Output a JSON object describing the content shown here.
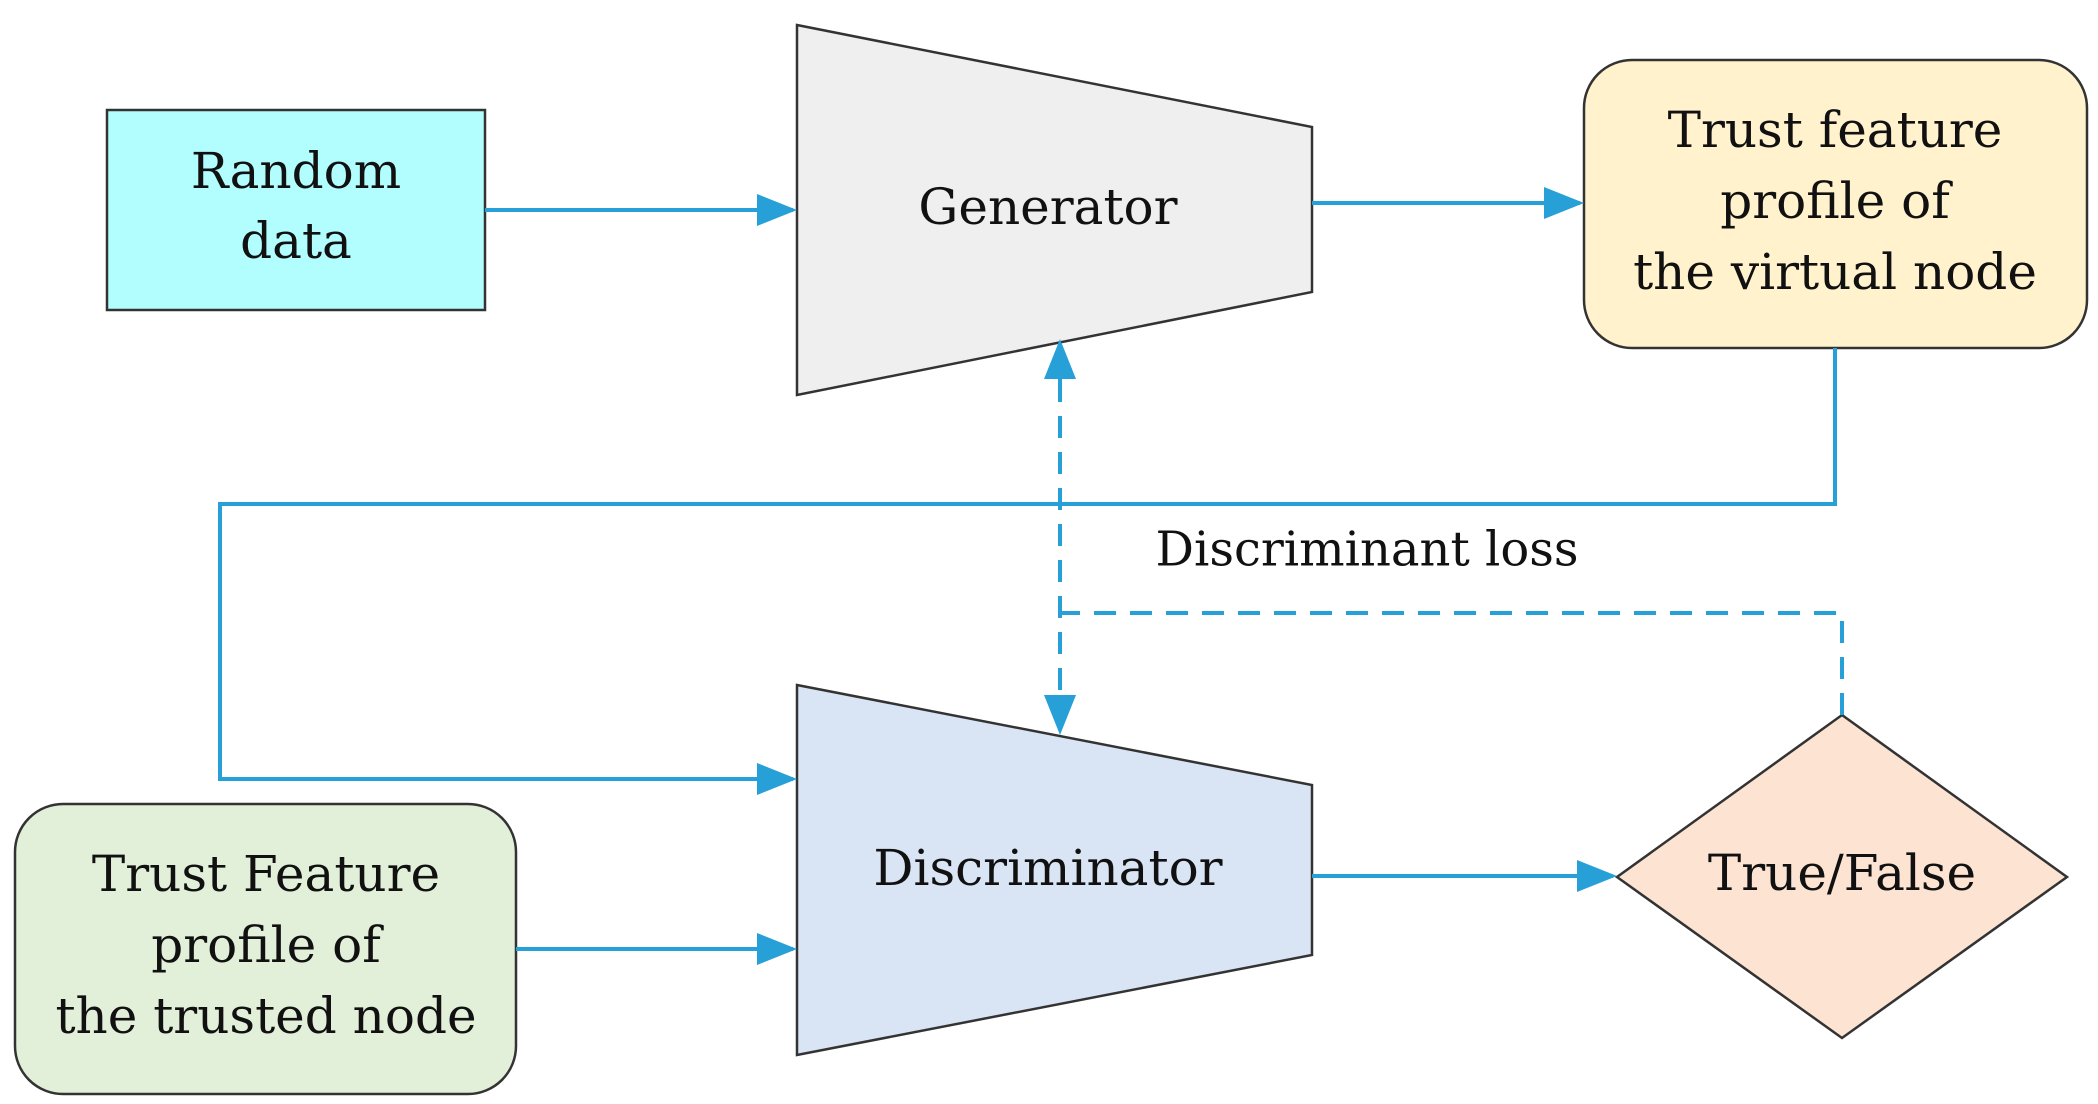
{
  "nodes": {
    "random_data": {
      "lines": [
        "Random",
        "data"
      ],
      "fill": "#b2feff"
    },
    "generator": {
      "label": "Generator",
      "fill": "#efefef"
    },
    "virtual_profile": {
      "lines": [
        "Trust feature",
        "profile of",
        "the virtual node"
      ],
      "fill": "#fff2cc"
    },
    "trusted_profile": {
      "lines": [
        "Trust Feature",
        "profile of",
        "the trusted node"
      ],
      "fill": "#e2f0d9"
    },
    "discriminator": {
      "label": "Discriminator",
      "fill": "#d9e4f4"
    },
    "decision": {
      "label": "True/False",
      "fill": "#fde3d2"
    }
  },
  "edge_label": "Discriminant loss",
  "colors": {
    "arrow": "#27a0d8",
    "outline": "#333333"
  }
}
